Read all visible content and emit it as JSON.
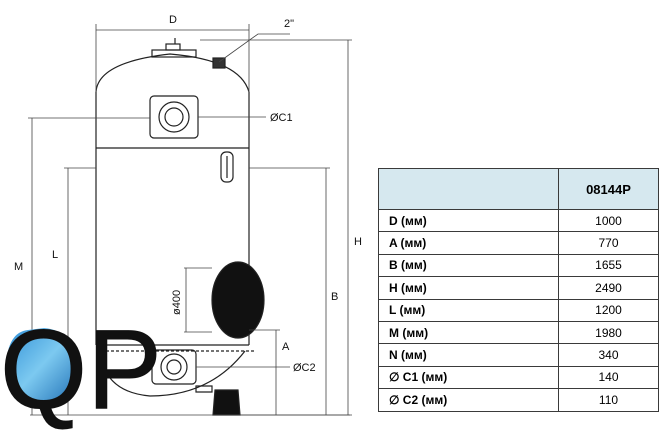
{
  "drawing": {
    "labels": {
      "D": "D",
      "inlet": "2\"",
      "C1": "ØC1",
      "C2": "ØC2",
      "H": "H",
      "M": "M",
      "L": "L",
      "B": "B",
      "A": "A",
      "manhole": "ø400"
    },
    "logo_text": "QP"
  },
  "table": {
    "header": [
      "",
      "08144P"
    ],
    "rows": [
      {
        "param": "D (мм)",
        "value": "1000"
      },
      {
        "param": "A (мм)",
        "value": "770"
      },
      {
        "param": "B (мм)",
        "value": "1655"
      },
      {
        "param": "H (мм)",
        "value": "2490"
      },
      {
        "param": "L  (мм)",
        "value": "1200"
      },
      {
        "param": "M (мм)",
        "value": "1980"
      },
      {
        "param": "N (мм)",
        "value": "340"
      },
      {
        "param": "∅ C1 (мм)",
        "value": "140"
      },
      {
        "param": "∅ C2 (мм)",
        "value": "110"
      }
    ]
  }
}
